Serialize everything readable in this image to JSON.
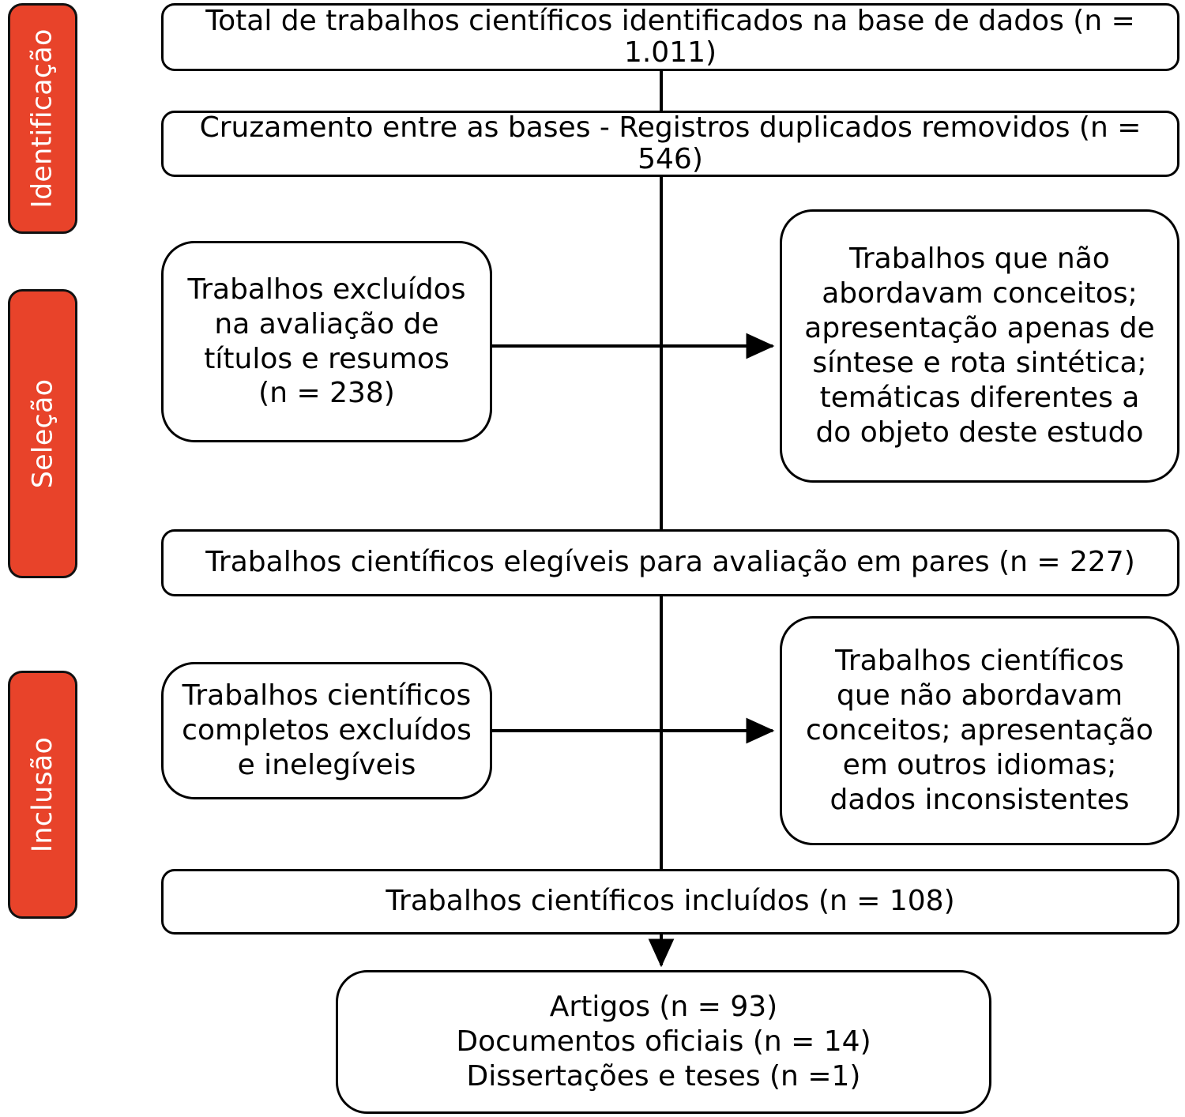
{
  "diagram": {
    "title": "PRISMA flow diagram",
    "accent_color": "#e8432a",
    "line_color": "#000000",
    "box_fill": "#ffffff",
    "text_color": "#000000",
    "phase_label_color": "#ffffff"
  },
  "phases": [
    {
      "id": "identificacao",
      "label": "Identificação"
    },
    {
      "id": "selecao",
      "label": "Seleção"
    },
    {
      "id": "inclusao",
      "label": "Inclusão"
    }
  ],
  "boxes": {
    "identified": {
      "text": "Total de trabalhos científicos identificados na base de dados (n = 1.011)",
      "n": "1.011"
    },
    "duplicates_removed": {
      "text": "Cruzamento entre as bases - Registros duplicados removidos (n = 546)",
      "n": "546"
    },
    "excluded_titles_abstracts": {
      "text": "Trabalhos excluídos\nna avaliação de\ntítulos e resumos\n(n = 238)",
      "n": "238"
    },
    "exclusion_reasons_screening": {
      "text": "Trabalhos que não\nabordavam conceitos;\napresentação apenas de\nsíntese e rota sintética;\ntemáticas diferentes a\ndo objeto deste estudo"
    },
    "eligible": {
      "text": "Trabalhos científicos elegíveis para avaliação em pares (n = 227)",
      "n": "227"
    },
    "excluded_fulltext": {
      "text": "Trabalhos científicos\ncompletos excluídos\ne inelegíveis"
    },
    "exclusion_reasons_eligibility": {
      "text": "Trabalhos científicos\nque não abordavam\nconceitos; apresentação\nem outros idiomas;\ndados inconsistentes"
    },
    "included": {
      "text": "Trabalhos científicos incluídos (n = 108)",
      "n": "108"
    },
    "included_breakdown": {
      "text": "Artigos (n = 93)\nDocumentos oficiais (n = 14)\nDissertações e teses (n =1)",
      "articles_n": "93",
      "official_documents_n": "14",
      "theses_n": "1"
    }
  }
}
